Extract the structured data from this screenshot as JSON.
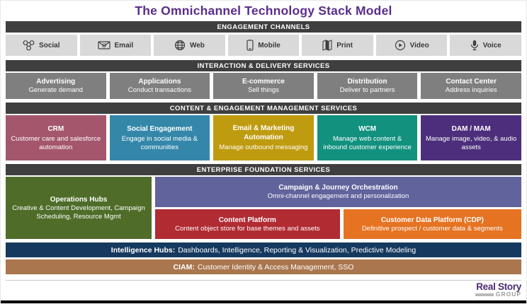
{
  "title": "The Omnichannel Technology Stack Model",
  "colors": {
    "title_text": "#5b2d8c",
    "header_bar": "#3f3f3f",
    "channel_box": "#d9d9d9",
    "service_box": "#7f7f7f"
  },
  "engagement_channels": {
    "header": "ENGAGEMENT CHANNELS",
    "items": [
      {
        "label": "Social",
        "icon": "social-network-icon"
      },
      {
        "label": "Email",
        "icon": "email-envelope-icon"
      },
      {
        "label": "Web",
        "icon": "web-globe-icon"
      },
      {
        "label": "Mobile",
        "icon": "mobile-phone-icon"
      },
      {
        "label": "Print",
        "icon": "print-brochure-icon"
      },
      {
        "label": "Video",
        "icon": "video-play-icon"
      },
      {
        "label": "Voice",
        "icon": "voice-microphone-icon"
      }
    ]
  },
  "interaction_delivery": {
    "header": "INTERACTION & DELIVERY SERVICES",
    "items": [
      {
        "title": "Advertising",
        "desc": "Generate demand"
      },
      {
        "title": "Applications",
        "desc": "Conduct transactions"
      },
      {
        "title": "E-commerce",
        "desc": "Sell things"
      },
      {
        "title": "Distribution",
        "desc": "Deliver to partners"
      },
      {
        "title": "Contact Center",
        "desc": "Address inquiries"
      }
    ]
  },
  "content_engagement": {
    "header": "CONTENT & ENGAGEMENT MANAGEMENT SERVICES",
    "items": [
      {
        "title": "CRM",
        "desc": "Customer care and salesforce automation",
        "color": "#a4566c"
      },
      {
        "title": "Social Engagement",
        "desc": "Engage in social media & communities",
        "color": "#3487a9"
      },
      {
        "title": "Email & Marketing Automation",
        "desc": "Manage outbound messaging",
        "color": "#bf9b0f"
      },
      {
        "title": "WCM",
        "desc": "Manage web content & inbound customer experience",
        "color": "#12917e"
      },
      {
        "title": "DAM / MAM",
        "desc": "Manage image, video, & audio assets",
        "color": "#4c2e7c"
      }
    ]
  },
  "enterprise_foundation": {
    "header": "ENTERPRISE FOUNDATION SERVICES",
    "operations_hub": {
      "title": "Operations Hubs",
      "desc": "Creative & Content Development, Campaign Scheduling, Resource Mgmt",
      "color": "#4f6c29"
    },
    "campaign_orchestration": {
      "title": "Campaign & Journey Orchestration",
      "desc": "Omni-channel engagement and personalization",
      "color": "#61639c"
    },
    "content_platform": {
      "title": "Content Platform",
      "desc": "Content object store for base themes and assets",
      "color": "#b12b33"
    },
    "cdp": {
      "title": "Customer Data Platform (CDP)",
      "desc": "Definitive prospect / customer data & segments",
      "color": "#e57322"
    }
  },
  "intelligence_hubs": {
    "label": "Intelligence Hubs:",
    "desc": "Dashboards, Intelligence, Reporting & Visualization, Predictive Modeling",
    "color": "#16395f"
  },
  "ciam": {
    "label": "CIAM:",
    "desc": "Customer Identity & Access Management, SSO",
    "color": "#a9764e"
  },
  "logo": {
    "line1": "Real Story",
    "line2": "GROUP"
  }
}
